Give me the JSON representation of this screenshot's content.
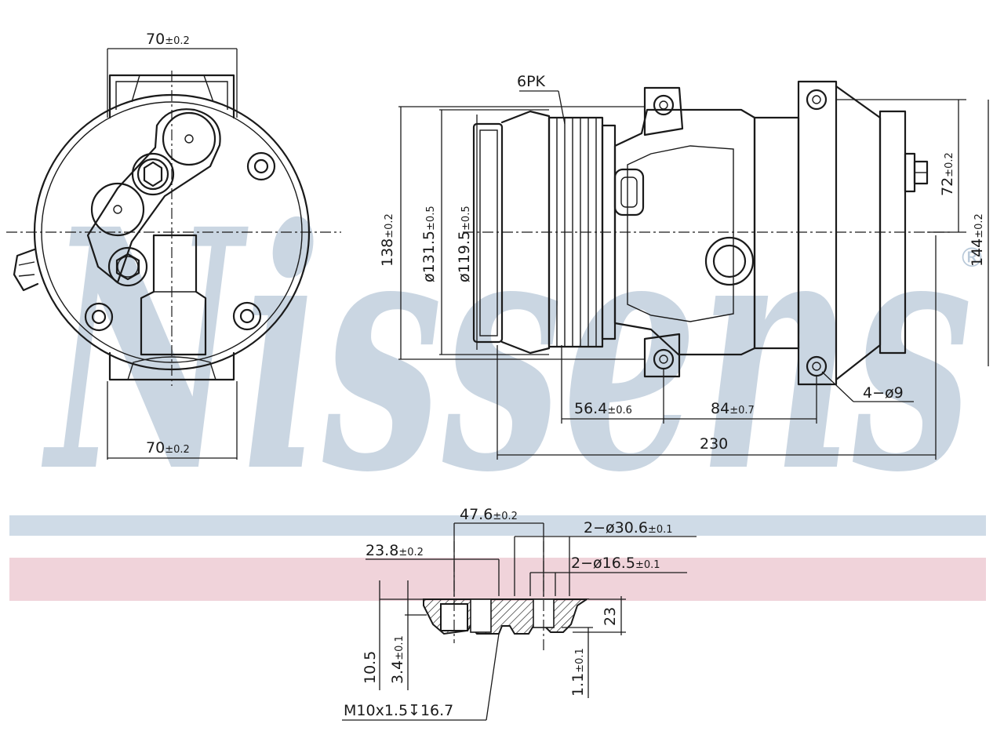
{
  "watermark": {
    "text": "Nissens",
    "registered": "®",
    "color": "#b9c9d9"
  },
  "bands": {
    "blue": "#cfdbe7",
    "pink": "#f0d3da"
  },
  "front_view": {
    "top_width": {
      "value": "70",
      "tol": "±0.2"
    },
    "bottom_width": {
      "value": "70",
      "tol": "±0.2"
    }
  },
  "side_view": {
    "belt": "6PK",
    "height_138": {
      "value": "138",
      "tol": "±0.2"
    },
    "dia_131": {
      "value": "ø131.5",
      "tol": "±0.5"
    },
    "dia_119": {
      "value": "ø119.5",
      "tol": "±0.5"
    },
    "height_72": {
      "value": "72",
      "tol": "±0.2"
    },
    "height_144": {
      "value": "144",
      "tol": "±0.2"
    },
    "len_56": {
      "value": "56.4",
      "tol": "±0.6"
    },
    "len_84": {
      "value": "84",
      "tol": "±0.7"
    },
    "len_230": "230",
    "holes": "4−ø9"
  },
  "port_detail": {
    "d47": {
      "value": "47.6",
      "tol": "±0.2"
    },
    "d23_8": {
      "value": "23.8",
      "tol": "±0.2"
    },
    "dia30": {
      "value": "2−ø30.6",
      "tol": "±0.1"
    },
    "dia16": {
      "value": "2−ø16.5",
      "tol": "±0.1"
    },
    "h23": "23",
    "h10_5": "10.5",
    "h3_4": {
      "value": "3.4",
      "tol": "±0.1"
    },
    "h1_1": {
      "value": "1.1",
      "tol": "±0.1"
    },
    "thread": "M10x1.5",
    "depth_symbol": "↧",
    "thread_depth": "16.7"
  }
}
